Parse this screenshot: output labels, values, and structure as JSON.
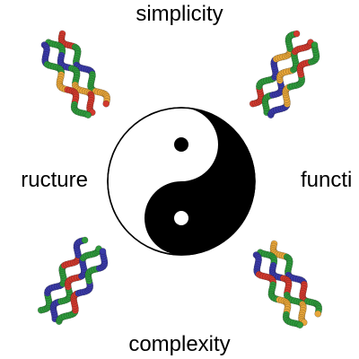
{
  "labels": {
    "top": "simplicity",
    "bottom": "complexity",
    "left": "ructure",
    "right": "functi"
  },
  "symbol": {
    "name": "yin-yang",
    "colors": {
      "dark": "#000000",
      "light": "#ffffff"
    }
  },
  "helix_colors": [
    "#d23a2e",
    "#2f9a3c",
    "#3a3aa8",
    "#e8a63a"
  ],
  "helix_icons": [
    {
      "name": "helix-top-left",
      "pattern": [
        "red",
        "green",
        "blue",
        "green",
        "orange"
      ]
    },
    {
      "name": "helix-top-right",
      "pattern": [
        "red",
        "green",
        "blue",
        "orange",
        "green"
      ]
    },
    {
      "name": "helix-bottom-left",
      "pattern": [
        "green",
        "blue",
        "green",
        "red",
        "blue"
      ]
    },
    {
      "name": "helix-bottom-right",
      "pattern": [
        "orange",
        "green",
        "blue",
        "red",
        "green"
      ]
    }
  ]
}
